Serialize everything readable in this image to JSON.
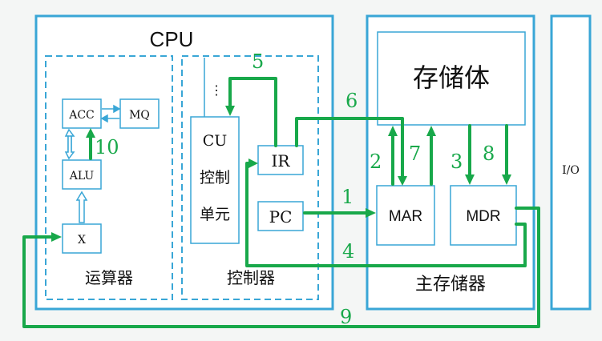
{
  "cpu": {
    "title": "CPU",
    "alu_section_label": "运算器",
    "controller_label": "控制器",
    "registers": {
      "acc": "ACC",
      "mq": "MQ",
      "alu": "ALU",
      "x": "X"
    },
    "cu": {
      "line1": "CU",
      "line2": "控制",
      "line3": "单元"
    },
    "ir": "IR",
    "pc": "PC",
    "ellipsis": "⋮"
  },
  "memory": {
    "title": "主存储器",
    "storage_label": "存储体",
    "mar": "MAR",
    "mdr": "MDR"
  },
  "io": {
    "label": "I/O"
  },
  "steps": [
    "1",
    "2",
    "3",
    "4",
    "5",
    "6",
    "7",
    "8",
    "9",
    "10"
  ],
  "colors": {
    "frame": "#39a6d6",
    "path": "#18a84a",
    "background": "#f4f6f5"
  }
}
